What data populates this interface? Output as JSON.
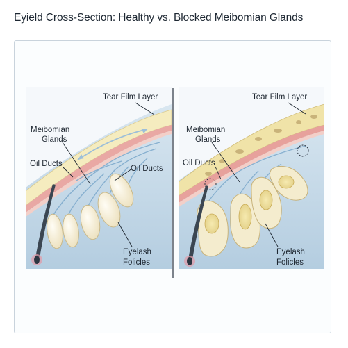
{
  "title": "Eyield Cross-Section: Healthy vs. Blocked Meibomian Glands",
  "left_panel": {
    "tear_film": "Tear Film Layer",
    "meibomian_line1": "Meibomian",
    "meibomian_line2": "Glands",
    "oil_ducts_a": "Oil Ducts",
    "oil_ducts_b": "Oil Ducts",
    "eyelash_line1": "Eyelash",
    "eyelash_line2": "Folicles"
  },
  "right_panel": {
    "tear_film": "Tear Film Layer",
    "meibomian_line1": "Meibomian",
    "meibomian_line2": "Glands",
    "oil_ducts": "Oil Ducts",
    "eyelash_line1": "Eyelash",
    "eyelash_line2": "Folicles"
  },
  "colors": {
    "skin": "#f2d2c4",
    "tear_film": "#f7efc2",
    "muscle": "#e8a3a0",
    "tissue": "#c6dbe9",
    "gland_healthy": "#f8f1dc",
    "gland_blocked": "#f2e39a",
    "duct": "#7aa7c9"
  }
}
